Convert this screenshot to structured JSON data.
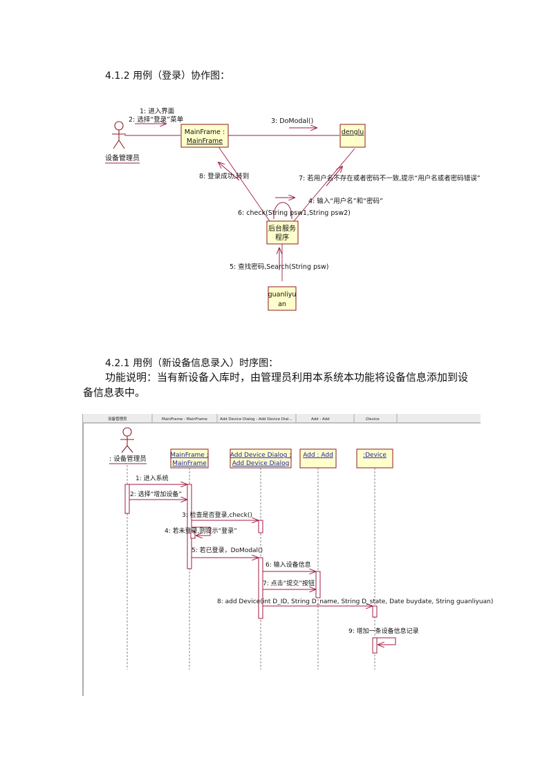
{
  "section1": {
    "heading": "4.1.2 用例（登录）协作图：",
    "diagram": {
      "actor_label": "设备管理员",
      "objects": {
        "mainframe_line1": "MainFrame :",
        "mainframe_line2": "MainFrame",
        "denglu": "denglu",
        "server_line1": "后台服务",
        "server_line2": "程序",
        "guanliyuan_line1": "guanliyu",
        "guanliyuan_line2": "an"
      },
      "messages": {
        "m1": "1: 进入界面",
        "m2": "2: 选择“登录”菜单",
        "m3": "3: DoModal()",
        "m4": "4: 输入“用户名”和“密码”",
        "m5": "5: 查找密码,Search(String psw)",
        "m6": "6: check(String psw1,String psw2)",
        "m7": "7: 若用户名不存在或者密码不一致,提示“用户名或者密码错误”",
        "m8": "8: 登录成功,转到"
      }
    }
  },
  "section2": {
    "heading": "4.2.1   用例（新设备信息录入）时序图：",
    "description": "功能说明：当有新设备入库时，由管理员利用本系统本功能将设备信息添加到设备信息表中。",
    "diagram": {
      "tabs": [
        "设备管理员",
        "MainFrame : MainFrame",
        "Add Device Dialog : Add Device Dial...",
        "Add : Add",
        ":Device"
      ],
      "actor_label": ": 设备管理员",
      "objects": {
        "mainframe_line1": "MainFrame :",
        "mainframe_line2": "MainFrame",
        "dialog_line1": "Add Device Dialog :",
        "dialog_line2": "Add Device Dialog",
        "add": "Add : Add",
        "device": ":Device"
      },
      "messages": {
        "m1": "1: 进入系统",
        "m2": "2: 选择“增加设备”",
        "m3": "3: 检查是否登录,check()",
        "m4": "4: 若未登录,则提示“登录”",
        "m5": "5: 若已登录，DoModal()",
        "m6": "6: 输入设备信息",
        "m7": "7: 点击“提交”按钮",
        "m8": "8: add Device(int D_ID, String D_name, String D_state, Date buydate, String guanliyuan)",
        "m9": "9: 增加一条设备信息记录"
      }
    }
  },
  "colors": {
    "line": "#a01a3c",
    "box_fill": "#ffffcc",
    "box_border": "#8b1a1a",
    "link": "#1a1a9c"
  }
}
